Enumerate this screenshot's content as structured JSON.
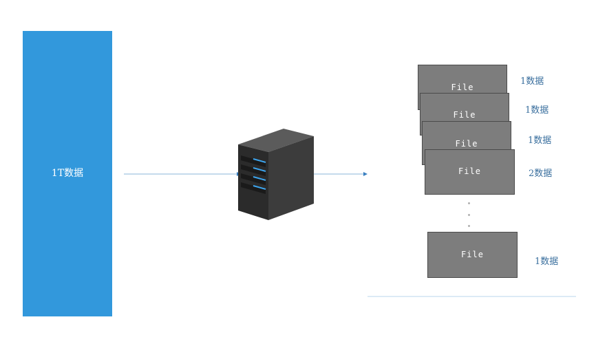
{
  "source": {
    "label": "1T数据"
  },
  "server": {
    "icon": "server-tower-icon"
  },
  "files": [
    {
      "name": "File",
      "label": "1数据"
    },
    {
      "name": "File",
      "label": "1数据"
    },
    {
      "name": "File",
      "label": "1数据"
    },
    {
      "name": "File",
      "label": "2数据"
    },
    {
      "name": "File",
      "label": "1数据"
    }
  ],
  "colors": {
    "source_bar": "#3298dc",
    "file_box": "#7d7d7d",
    "label_text": "#3a6f9e",
    "arrow": "#8ab4d8"
  }
}
